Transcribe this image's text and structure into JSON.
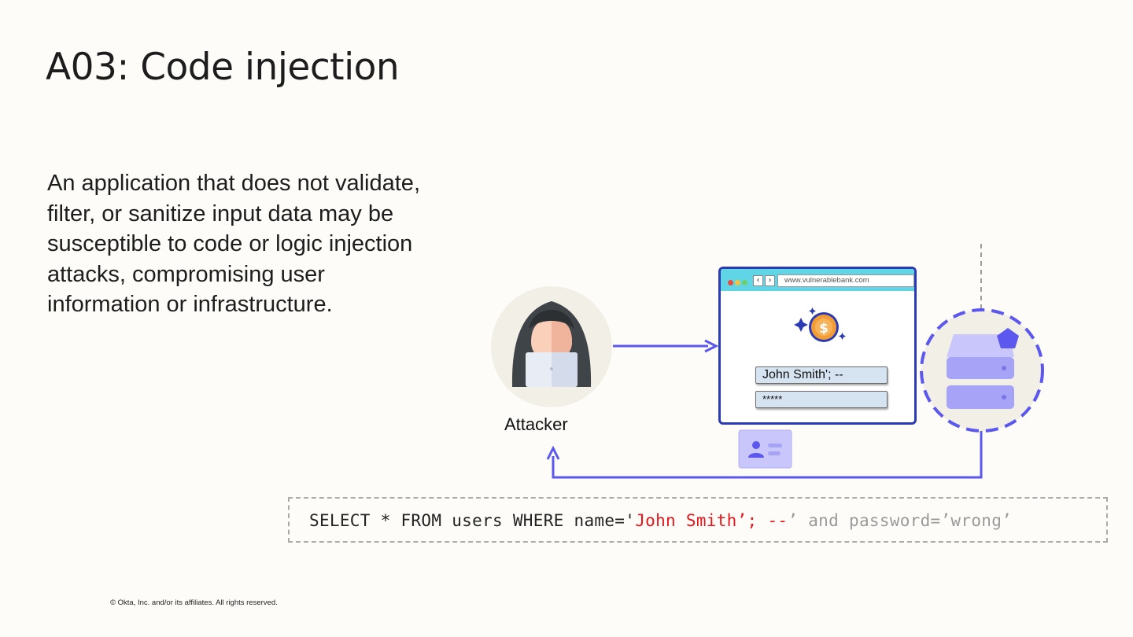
{
  "slide": {
    "title": "A03: Code injection",
    "body": "An application that does not validate, filter, or sanitize input data may be susceptible to code or logic injection attacks, compromising user information or infrastructure.",
    "footer": "© Okta, Inc. and/or its affiliates. All rights reserved."
  },
  "diagram": {
    "attacker_label": "Attacker",
    "browser": {
      "url": "www.vulnerablebank.com",
      "username_value": "John Smith'; --",
      "password_value": "*****"
    },
    "icons": [
      "hacker-icon",
      "dollar-coin-icon",
      "sparkle-icon",
      "user-id-card-icon",
      "database-server-icon",
      "shield-badge-icon"
    ],
    "colors": {
      "arrow": "#5b57ef",
      "browser_border": "#2b3bb5",
      "browser_bar": "#5fd5e6",
      "server": "#a7a4f7",
      "circle_bg": "#f2efe7"
    }
  },
  "sql": {
    "part_normal": "SELECT * FROM users WHERE name='",
    "part_injected": "John Smith’; --",
    "part_commented": "’ and password=’wrong’"
  }
}
